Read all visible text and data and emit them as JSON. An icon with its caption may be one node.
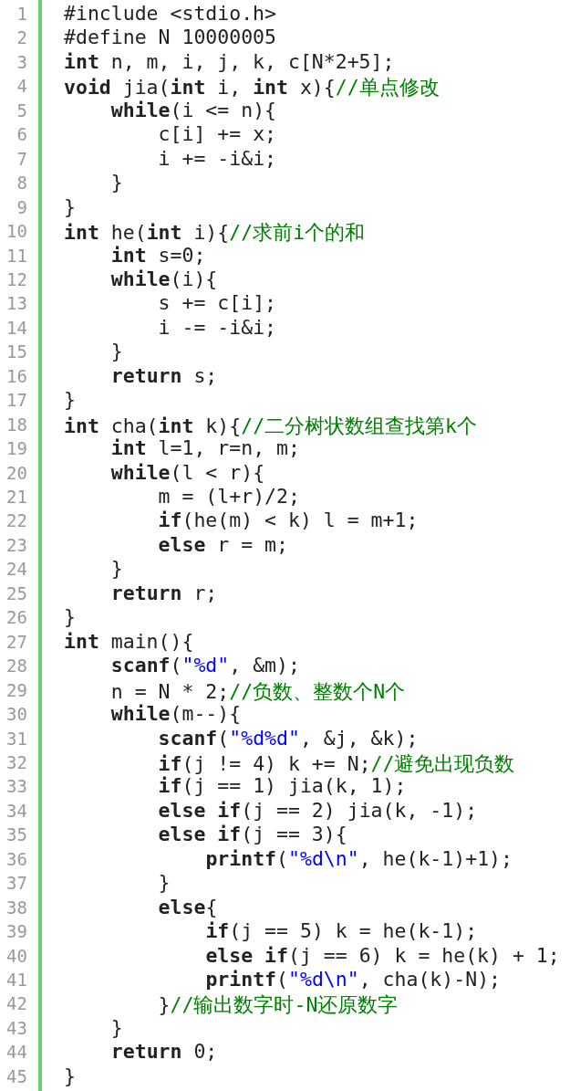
{
  "diagram": {
    "labels": [
      "1",
      "#include <stdio.h>",
      "2",
      "#define N 10000005",
      "3",
      "**int** n, m, i, j, k, c[N*2+5];",
      "4",
      "**void** jia(**int** i, **int** x){//单点修改",
      "5",
      "**while**(i <= n){",
      "6",
      "c[i] += x;",
      "7",
      "i += -i&i;",
      "8",
      "}",
      "9",
      "}",
      "10",
      "**int** he(**int** i){//求前i个的和",
      "11",
      "**int** s=0;",
      "12",
      "**while**(i){",
      "13",
      "s += c[i];",
      "14",
      "i -= -i&i;",
      "15",
      "}",
      "16",
      "**return** s;",
      "17",
      "}",
      "18",
      "**int** cha(**int** k){//二分树状数组查找第k个",
      "19",
      "**int** l=1, r=n, m;",
      "20",
      "**while**(l < r){",
      "21",
      "m = (l+r)/2;",
      "22",
      "**if**(he(m) < k) l = m+1;",
      "23",
      "**else** r = m;",
      "24",
      "}",
      "25",
      "**return** r;",
      "26",
      "}",
      "27",
      "**int** main(){",
      "28",
      "**scanf**(\"%d\", &m);",
      "29",
      "n = N * 2;//负数、整数个N个",
      "30",
      "**while**(m--){",
      "31",
      "**scanf**(\"%d%d\", &j, &k);",
      "32",
      "**if**(j != 4) k += N;//避免出现负数",
      "33",
      "**if**(j == 1) jia(k, 1);",
      "34",
      "**else if**(j == 2) jia(k, -1);",
      "35",
      "**else if**(j == 3){",
      "36",
      "**printf**(\"%d\\n\", he(k-1)+1);",
      "37",
      "}",
      "38",
      "**else**{",
      "39",
      "**if**(j == 5) k = he(k-1);",
      "40",
      "**else if**(j == 6) k = he(k) + 1;",
      "41",
      "**printf**(\"%d\\n\", cha(k)-N);",
      "42",
      "}//输出数字时-N还原数字",
      "43",
      "}",
      "44",
      "**return** 0;",
      "45",
      "}"
    ]
  }
}
